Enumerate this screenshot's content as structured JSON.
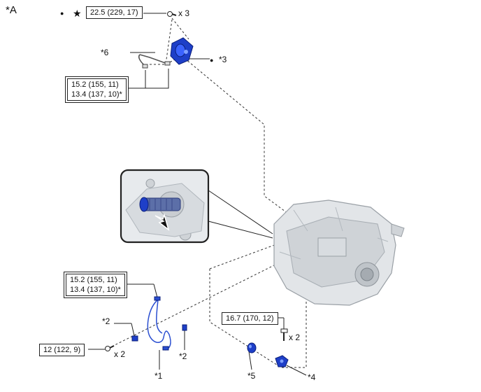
{
  "diagram": {
    "view_label": "*A",
    "torque_labels": {
      "top": "22.5 (229, 17)",
      "pipe_top_line1": "15.2 (155, 11)",
      "pipe_top_line2": "13.4 (137, 10)*",
      "pipe_bottom_line1": "15.2 (155, 11)",
      "pipe_bottom_line2": "13.4 (137, 10)*",
      "bolt_right": "16.7 (170, 12)",
      "bolt_left": "12 (122, 9)"
    },
    "quantity_labels": {
      "top_bolts": "x 3",
      "right_bolts": "x 2",
      "left_bolts": "x 2"
    },
    "part_callouts": {
      "p1": "*1",
      "p2a": "*2",
      "p2b": "*2",
      "p3": "*3",
      "p4": "*4",
      "p5": "*5",
      "p6": "*6"
    },
    "symbols": {
      "dot": "●",
      "star": "★"
    },
    "colors": {
      "part_blue": "#1e3fc8",
      "line": "#222222",
      "housing": "#d9dde1"
    },
    "icons": {
      "release_cylinder": "release-cylinder-icon",
      "transmission": "transmission-housing-icon",
      "bolt": "bolt-icon",
      "hose": "clutch-hose-icon",
      "stud_detail": "stud-detail-inset-icon"
    }
  }
}
